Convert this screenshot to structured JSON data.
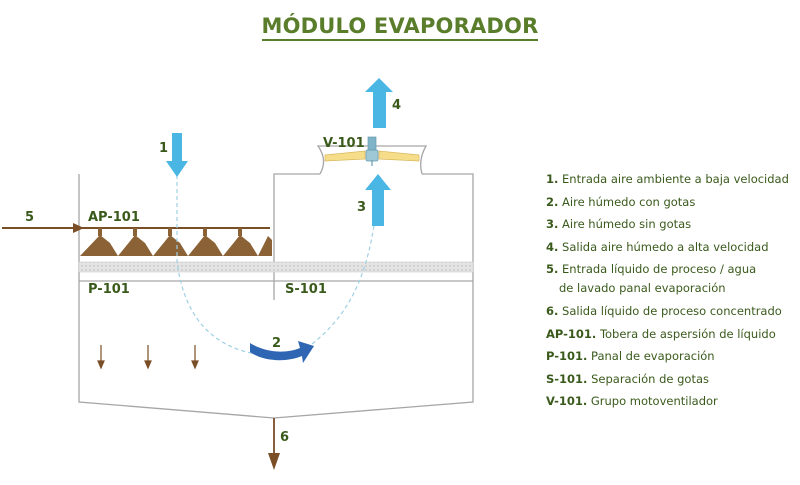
{
  "title": "MÓDULO EVAPORADOR",
  "labels": {
    "ap": "AP-101",
    "p": "P-101",
    "s": "S-101",
    "v": "V-101"
  },
  "flows": [
    "1",
    "2",
    "3",
    "4",
    "5",
    "6"
  ],
  "legend": [
    {
      "key": "1.",
      "text": "Entrada aire ambiente a baja velocidad"
    },
    {
      "key": "2.",
      "text": "Aire húmedo con gotas"
    },
    {
      "key": "3.",
      "text": "Aire húmedo sin gotas"
    },
    {
      "key": "4.",
      "text": "Salida aire húmedo a alta velocidad"
    },
    {
      "key": "5.",
      "text": "Entrada líquido de proceso / agua",
      "text2": "de lavado panal evaporación"
    },
    {
      "key": "6.",
      "text": "Salida líquido de proceso concentrado"
    },
    {
      "key": "AP-101.",
      "text": "Tobera de aspersión de líquido"
    },
    {
      "key": "P-101.",
      "text": "Panal de evaporación"
    },
    {
      "key": "S-101.",
      "text": "Separación de gotas"
    },
    {
      "key": "V-101.",
      "text": "Grupo motoventilador"
    }
  ],
  "colors": {
    "title_green": "#5a7d2b",
    "text_green": "#3a5a1c",
    "air_blue": "#4ab6e4",
    "flow_blue": "#2f66b3",
    "liquid_brown": "#7a4e26",
    "spray_brown": "#8b6236",
    "fan_yellow": "#f6dd8a",
    "wall_gray": "#a6a6a6"
  }
}
